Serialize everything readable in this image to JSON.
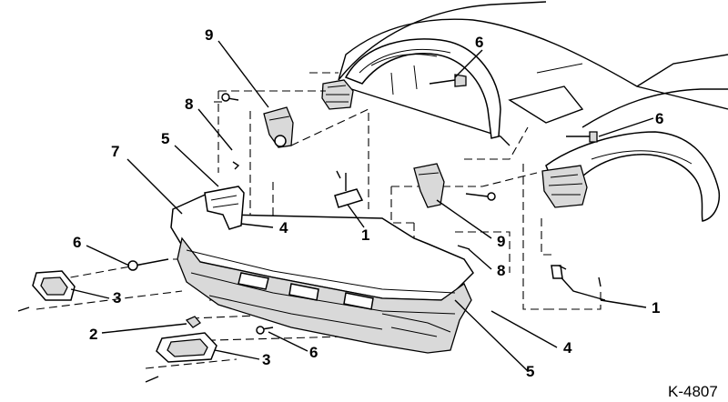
{
  "figure_id": "K-4807",
  "callouts": {
    "c1a": "1",
    "c1b": "1",
    "c2": "2",
    "c3a": "3",
    "c3b": "3",
    "c4a": "4",
    "c4b": "4",
    "c5a": "5",
    "c5b": "5",
    "c6a": "6",
    "c6b": "6",
    "c6c": "6",
    "c6d": "6",
    "c7": "7",
    "c8a": "8",
    "c8b": "8",
    "c9a": "9",
    "c9b": "9"
  },
  "colors": {
    "ink": "#000000",
    "paper": "#ffffff",
    "shade": "#d9d9d9"
  }
}
